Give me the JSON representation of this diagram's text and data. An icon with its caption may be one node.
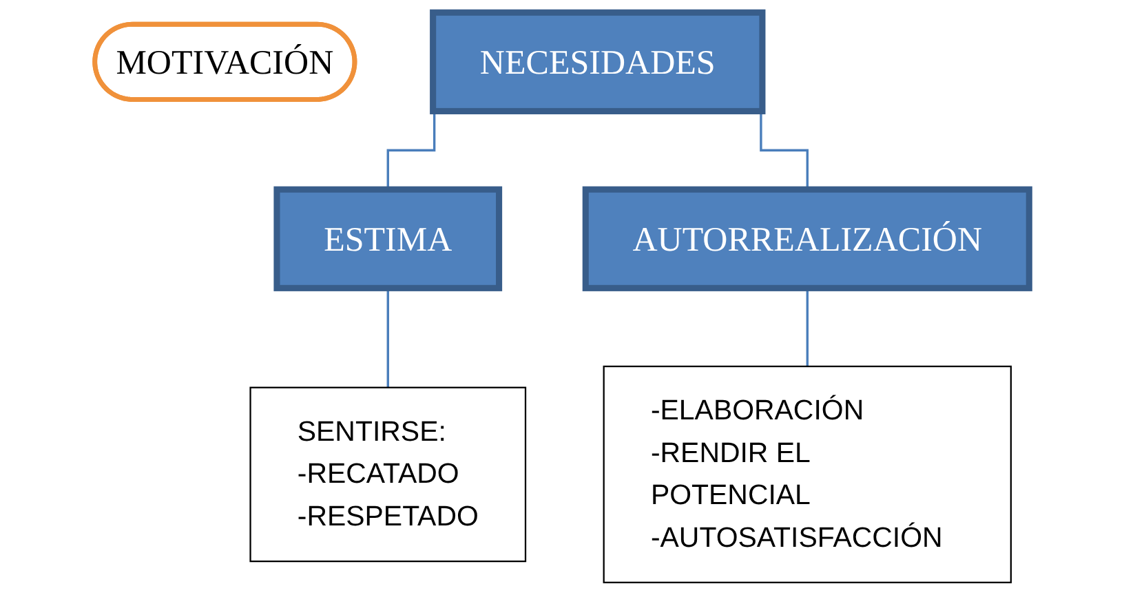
{
  "diagram": {
    "nodes": [
      {
        "text": [
          "MOTIVACIÓN"
        ]
      },
      {
        "text": [
          "NECESIDADES"
        ]
      },
      {
        "text": [
          "ESTIMA"
        ]
      },
      {
        "text": [
          "AUTORREALIZACIÓN"
        ]
      },
      {
        "text": [
          "SENTIRSE:",
          "-RECATADO",
          "-RESPETADO"
        ]
      },
      {
        "text": [
          "-ELABORACIÓN",
          "-RENDIR EL POTENCIAL",
          "-AUTOSATISFACCIÓN"
        ]
      }
    ],
    "edges": [
      {
        "from": 1,
        "to": 2,
        "arrow": "none"
      },
      {
        "from": 1,
        "to": 3,
        "arrow": "none"
      },
      {
        "from": 2,
        "to": 4,
        "arrow": "none"
      },
      {
        "from": 3,
        "to": 5,
        "arrow": "none"
      }
    ]
  }
}
